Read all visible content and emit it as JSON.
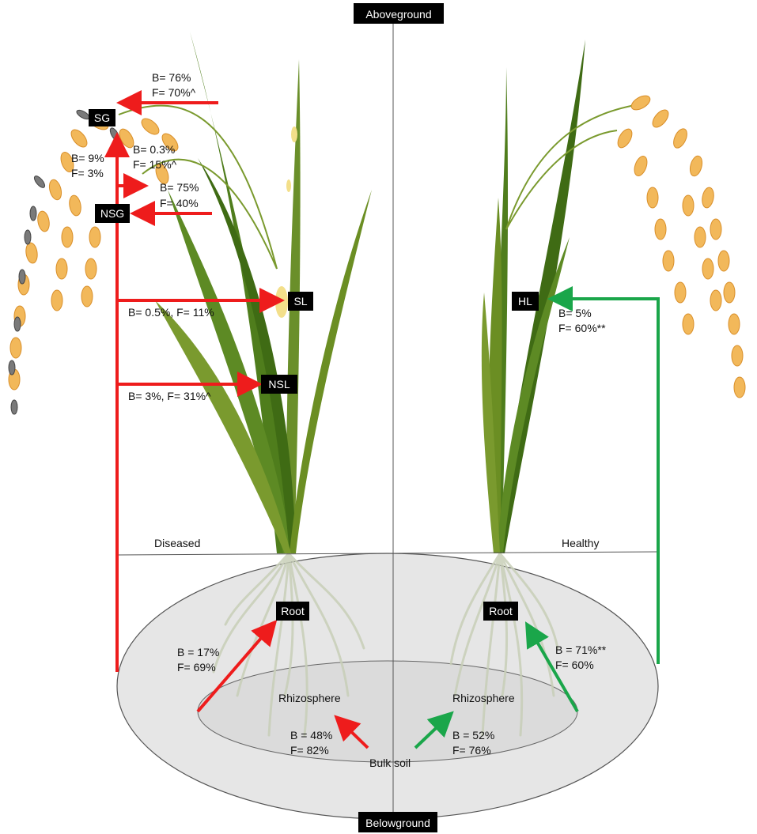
{
  "titles": {
    "top": "Aboveground",
    "bottom": "Belowground"
  },
  "sides": {
    "left": "Diseased",
    "right": "Healthy"
  },
  "nodes": {
    "sg": "SG",
    "nsg": "NSG",
    "sl": "SL",
    "nsl": "NSL",
    "root_left": "Root",
    "hl": "HL",
    "root_right": "Root"
  },
  "zones": {
    "rhizo_left": "Rhizosphere",
    "rhizo_right": "Rhizosphere",
    "bulk": "Bulk soil"
  },
  "pct": {
    "sg_b": "B= 76%",
    "sg_f": "F= 70%^",
    "sg_loc_b": "B= 9%",
    "sg_loc_f": "F= 3%",
    "sg_in_b": "B= 0.3%",
    "sg_in_f": "F= 15%^",
    "nsg_b": "B= 75%",
    "nsg_f": "F= 40%",
    "sl": "B= 0.5%, F= 11%",
    "nsl": "B= 3%, F= 31%^",
    "root_l_b": "B = 17%",
    "root_l_f": "F= 69%",
    "rhizo_l_b": "B = 48%",
    "rhizo_l_f": "F= 82%",
    "hl_b": "B= 5%",
    "hl_f": "F= 60%**",
    "root_r_b": "B = 71%**",
    "root_r_f": "F= 60%",
    "rhizo_r_b": "B = 52%",
    "rhizo_r_f": "F= 76%"
  },
  "colors": {
    "diseased_arrow": "#ee1c1c",
    "healthy_arrow": "#1aa64a",
    "grain": "#f2b85a",
    "leaf": "#6b8e23"
  },
  "icons": [
    "rice-plant-diseased",
    "rice-plant-healthy",
    "root-system",
    "grain-panicle"
  ]
}
